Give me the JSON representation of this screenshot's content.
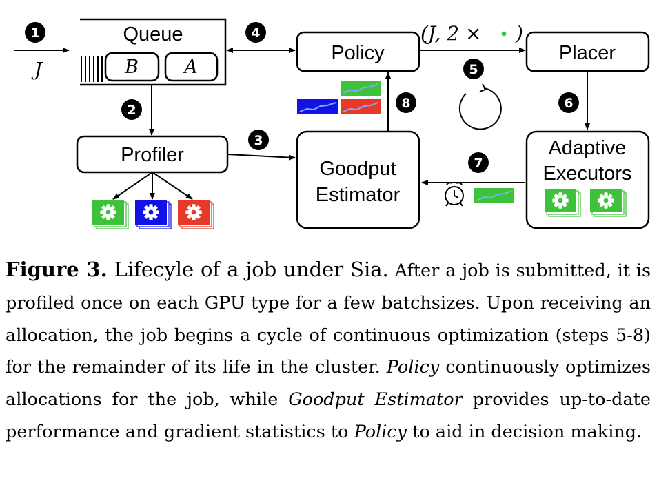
{
  "colors": {
    "green": "#3ec23a",
    "blue": "#1212e6",
    "red": "#e53a2a",
    "plot_line": "#7fb0ff"
  },
  "steps": [
    "1",
    "2",
    "3",
    "4",
    "5",
    "6",
    "7",
    "8"
  ],
  "nodes": {
    "queue": "Queue",
    "queue_job_b": "B",
    "queue_job_a": "A",
    "profiler": "Profiler",
    "policy": "Policy",
    "placer": "Placer",
    "goodput_line1": "Goodput",
    "goodput_line2": "Estimator",
    "executors_line1": "Adaptive",
    "executors_line2": "Executors"
  },
  "input_job": "J",
  "allocation_label": {
    "open": "(J, 2 ×",
    "close": ")"
  },
  "icons": {
    "gear": "gear-icon",
    "alarm": "alarm-clock-icon",
    "plot": "goodput-plot-icon",
    "cycle": "cycle-arrow-icon"
  },
  "caption": {
    "figure_label": "Figure 3.",
    "title": "Lifecyle of a job under Sia.",
    "seg1": "After a job is submitted, it is profiled once on each GPU type for a few batchsizes. Upon receiving an allocation, the job begins a cycle of continuous optimization (steps 5-8) for the remainder of its life in the cluster.",
    "policy_term": "Policy",
    "seg2": "continuously optimizes allocations for the job, while",
    "estimator_term": "Goodput Estimator",
    "seg3": "provides up-to-date performance and gradient statistics to",
    "policy_term2": "Policy",
    "seg4": "to aid in decision making."
  }
}
